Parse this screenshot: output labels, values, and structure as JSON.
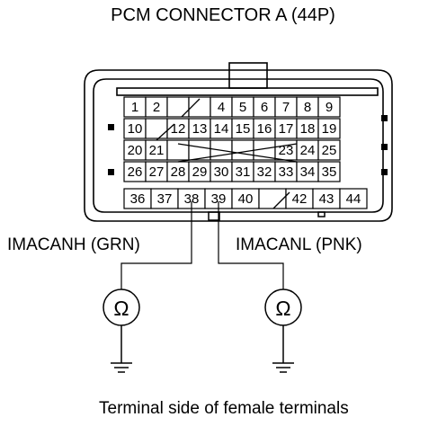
{
  "title": "PCM CONNECTOR A (44P)",
  "rows": [
    [
      "1",
      "2",
      "",
      "",
      "4",
      "5",
      "6",
      "7",
      "8",
      "9"
    ],
    [
      "10",
      "",
      "12",
      "13",
      "14",
      "15",
      "16",
      "17",
      "18",
      "19"
    ],
    [
      "20",
      "21",
      "",
      "",
      "",
      "",
      "",
      "23",
      "24",
      "25"
    ],
    [
      "26",
      "27",
      "28",
      "29",
      "30",
      "31",
      "32",
      "33",
      "34",
      "35"
    ],
    [
      "36",
      "37",
      "38",
      "39",
      "40",
      "",
      "42",
      "43",
      "44"
    ]
  ],
  "probe_left": {
    "label": "IMACANH (GRN)",
    "terminal": "38",
    "meter": "Ω"
  },
  "probe_right": {
    "label": "IMACANL (PNK)",
    "terminal": "39",
    "meter": "Ω"
  },
  "caption": "Terminal side of female terminals"
}
